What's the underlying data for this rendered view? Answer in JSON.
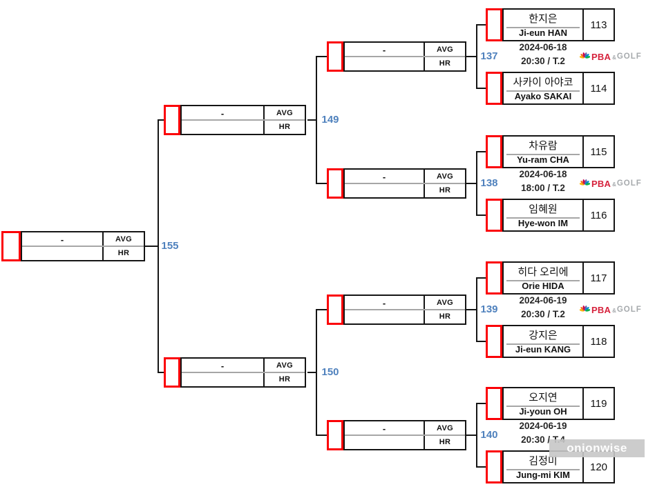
{
  "labels": {
    "empty_score": "-",
    "avg": "AVG",
    "hr": "HR"
  },
  "broadcaster": {
    "pba": "PBA",
    "amp": "&",
    "golf": "GOLF"
  },
  "watermark": {
    "text": "onionwise"
  },
  "final_match": {
    "match_no": "155"
  },
  "semifinal_matches": [
    {
      "match_no": "149"
    },
    {
      "match_no": "150"
    }
  ],
  "r16_matches": [
    {
      "match_no": "137",
      "date": "2024-06-18",
      "time": "20:30 / T.2",
      "broadcast_logo": true,
      "top": {
        "name_ko": "한지은",
        "name_en": "Ji-eun HAN",
        "draw_no": "113"
      },
      "bottom": {
        "name_ko": "사카이 아야코",
        "name_en": "Ayako SAKAI",
        "draw_no": "114"
      }
    },
    {
      "match_no": "138",
      "date": "2024-06-18",
      "time": "18:00 / T.2",
      "broadcast_logo": true,
      "top": {
        "name_ko": "차유람",
        "name_en": "Yu-ram CHA",
        "draw_no": "115"
      },
      "bottom": {
        "name_ko": "임혜원",
        "name_en": "Hye-won IM",
        "draw_no": "116"
      }
    },
    {
      "match_no": "139",
      "date": "2024-06-19",
      "time": "20:30 / T.2",
      "broadcast_logo": true,
      "top": {
        "name_ko": "히다 오리에",
        "name_en": "Orie HIDA",
        "draw_no": "117"
      },
      "bottom": {
        "name_ko": "강지은",
        "name_en": "Ji-eun KANG",
        "draw_no": "118"
      }
    },
    {
      "match_no": "140",
      "date": "2024-06-19",
      "time": "20:30 / T.4",
      "broadcast_logo": false,
      "top": {
        "name_ko": "오지연",
        "name_en": "Ji-youn OH",
        "draw_no": "119"
      },
      "bottom": {
        "name_ko": "김정미",
        "name_en": "Jung-mi KIM",
        "draw_no": "120"
      }
    }
  ],
  "colors": {
    "accent_blue": "#4f81bd",
    "bracket_red": "#fb0006",
    "line_black": "#141414",
    "divider_gray": "#a6a6a6",
    "logo_red": "#d6223c",
    "logo_gray": "#a6aaad"
  }
}
